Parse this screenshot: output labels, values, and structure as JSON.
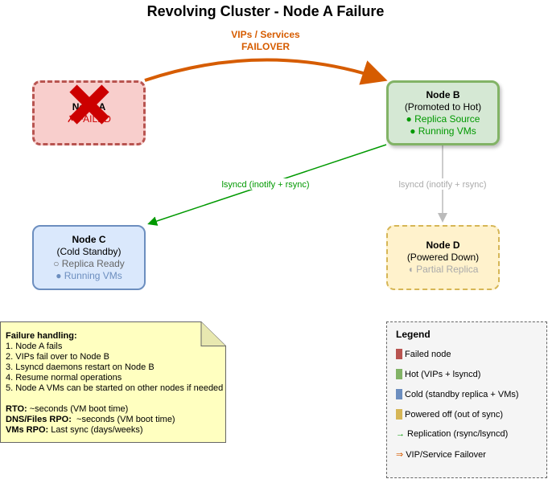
{
  "title": "Revolving Cluster - Node A Failure",
  "failover_label": [
    "VIPs / Services",
    "FAILOVER"
  ],
  "nodes": {
    "a": {
      "name": "Node A",
      "status": "✗ FAILED"
    },
    "b": {
      "name": "Node B",
      "role": "(Promoted to Hot)",
      "items": [
        "● Replica Source",
        "● Running VMs"
      ]
    },
    "c": {
      "name": "Node C",
      "role": "(Cold Standby)",
      "items": [
        "○ Replica Ready",
        "● Running VMs"
      ]
    },
    "d": {
      "name": "Node D",
      "role": "(Powered Down)",
      "items": [
        "◖ Partial Replica"
      ]
    }
  },
  "edges": {
    "b_to_c": "lsyncd (inotify + rsync)",
    "b_to_d": "lsyncd (inotify + rsync)"
  },
  "note": {
    "heading": "Failure handling:",
    "steps": [
      "1. Node A fails",
      "2. VIPs fail over to Node B",
      "3. Lsyncd daemons restart on Node B",
      "4. Resume normal operations",
      "5. Node A VMs can be started on other nodes if needed"
    ],
    "metrics": [
      {
        "label": "RTO:",
        "value": " ~seconds (VM boot time)"
      },
      {
        "label": "DNS/Files RPO:",
        "value": "  ~seconds (VM boot time)"
      },
      {
        "label": "VMs RPO:",
        "value": " Last sync (days/weeks)"
      }
    ]
  },
  "legend": {
    "title": "Legend",
    "items": [
      {
        "label": "Failed node",
        "color": "#b85450"
      },
      {
        "label": "Hot (VIPs + lsyncd)",
        "color": "#82b366"
      },
      {
        "label": "Cold (standby replica + VMs)",
        "color": "#6c8ebf"
      },
      {
        "label": "Powered off (out of sync)",
        "color": "#d6b656"
      },
      {
        "label": "Replication (rsync/lsyncd)",
        "symbol": "→",
        "color": "#009900"
      },
      {
        "label": "VIP/Service Failover",
        "symbol": "⇒",
        "color": "#d65c00"
      }
    ]
  }
}
